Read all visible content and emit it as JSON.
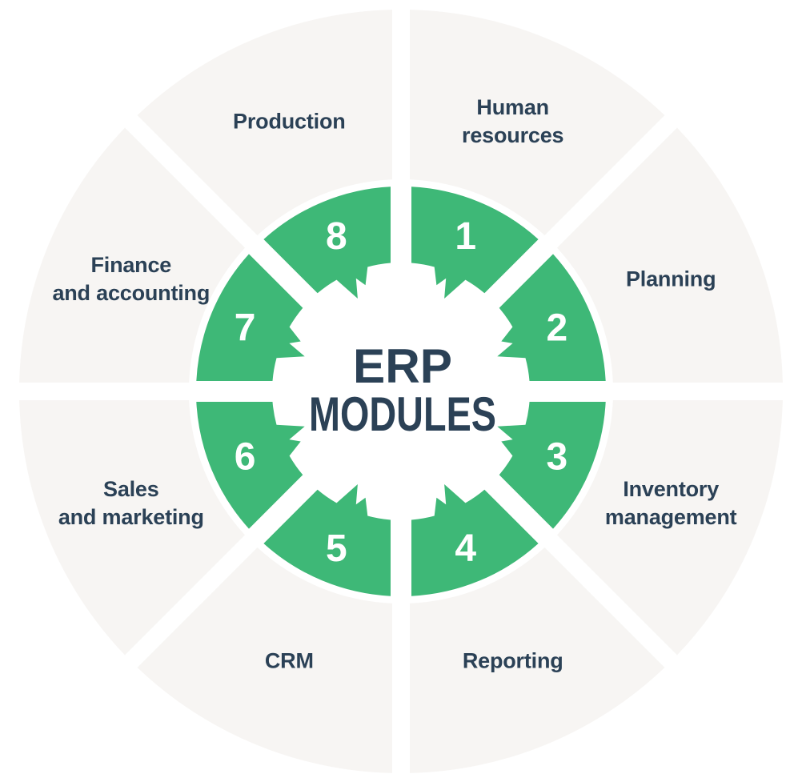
{
  "center": {
    "line1": "ERP",
    "line2": "MODULES"
  },
  "colors": {
    "green": "#3eb877",
    "ring_gray": "#f7f5f3",
    "navy": "#2b4156",
    "number_white": "#ffffff",
    "background": "#ffffff"
  },
  "segments": [
    {
      "number": "1",
      "label": "Human resources",
      "label_lines": [
        "Human",
        "resources"
      ],
      "angle": 67.5
    },
    {
      "number": "2",
      "label": "Planning",
      "label_lines": [
        "Planning"
      ],
      "angle": 22.5
    },
    {
      "number": "3",
      "label": "Inventory management",
      "label_lines": [
        "Inventory",
        "management"
      ],
      "angle": -22.5
    },
    {
      "number": "4",
      "label": "Reporting",
      "label_lines": [
        "Reporting"
      ],
      "angle": -67.5
    },
    {
      "number": "5",
      "label": "CRM",
      "label_lines": [
        "CRM"
      ],
      "angle": -112.5
    },
    {
      "number": "6",
      "label": "Sales and marketing",
      "label_lines": [
        "Sales",
        "and marketing"
      ],
      "angle": -157.5
    },
    {
      "number": "7",
      "label": "Finance and accounting",
      "label_lines": [
        "Finance",
        "and accounting"
      ],
      "angle": 157.5
    },
    {
      "number": "8",
      "label": "Production",
      "label_lines": [
        "Production"
      ],
      "angle": 112.5
    }
  ]
}
